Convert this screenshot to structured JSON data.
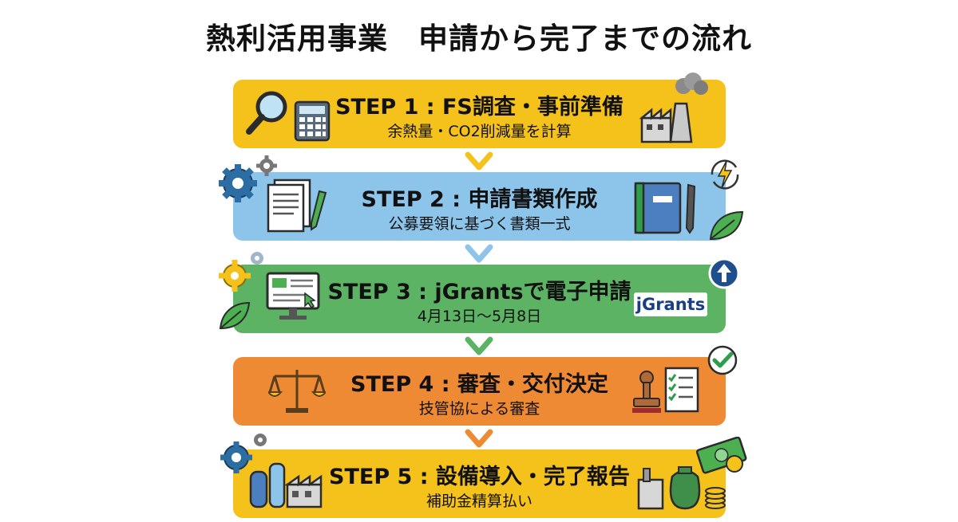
{
  "title": "熱利活用事業　申請から完了までの流れ",
  "steps": [
    {
      "label": "STEP 1 : FS調査・事前準備",
      "sub": "余熱量・CO2削減量を計算",
      "color": "#f5c21b",
      "arrow_color": "#f5c21b"
    },
    {
      "label": "STEP 2 : 申請書類作成",
      "sub": "公募要領に基づく書類一式",
      "color": "#8cc4ea",
      "arrow_color": "#8cc4ea"
    },
    {
      "label": "STEP 3 : jGrantsで電子申請",
      "sub": "4月13日～5月8日",
      "color": "#5cb363",
      "arrow_color": "#5cb363"
    },
    {
      "label": "STEP 4 : 審査・交付決定",
      "sub": "技管協による審査",
      "color": "#ef8a34",
      "arrow_color": "#ef8a34"
    },
    {
      "label": "STEP 5 : 設備導入・完了報告",
      "sub": "補助金精算払い",
      "color": "#f5c21b"
    }
  ],
  "jgrants_logo": "jGrants",
  "icons": [
    "magnifier-icon",
    "calculator-icon",
    "factory-smoke-icon",
    "gears-icon",
    "document-pen-icon",
    "binder-pen-icon",
    "energy-cycle-icon",
    "leaf-icon",
    "monitor-cursor-icon",
    "upload-arrow-icon",
    "scales-icon",
    "stamp-checklist-icon",
    "checkmark-icon",
    "factory-icon",
    "money-bag-icon"
  ]
}
